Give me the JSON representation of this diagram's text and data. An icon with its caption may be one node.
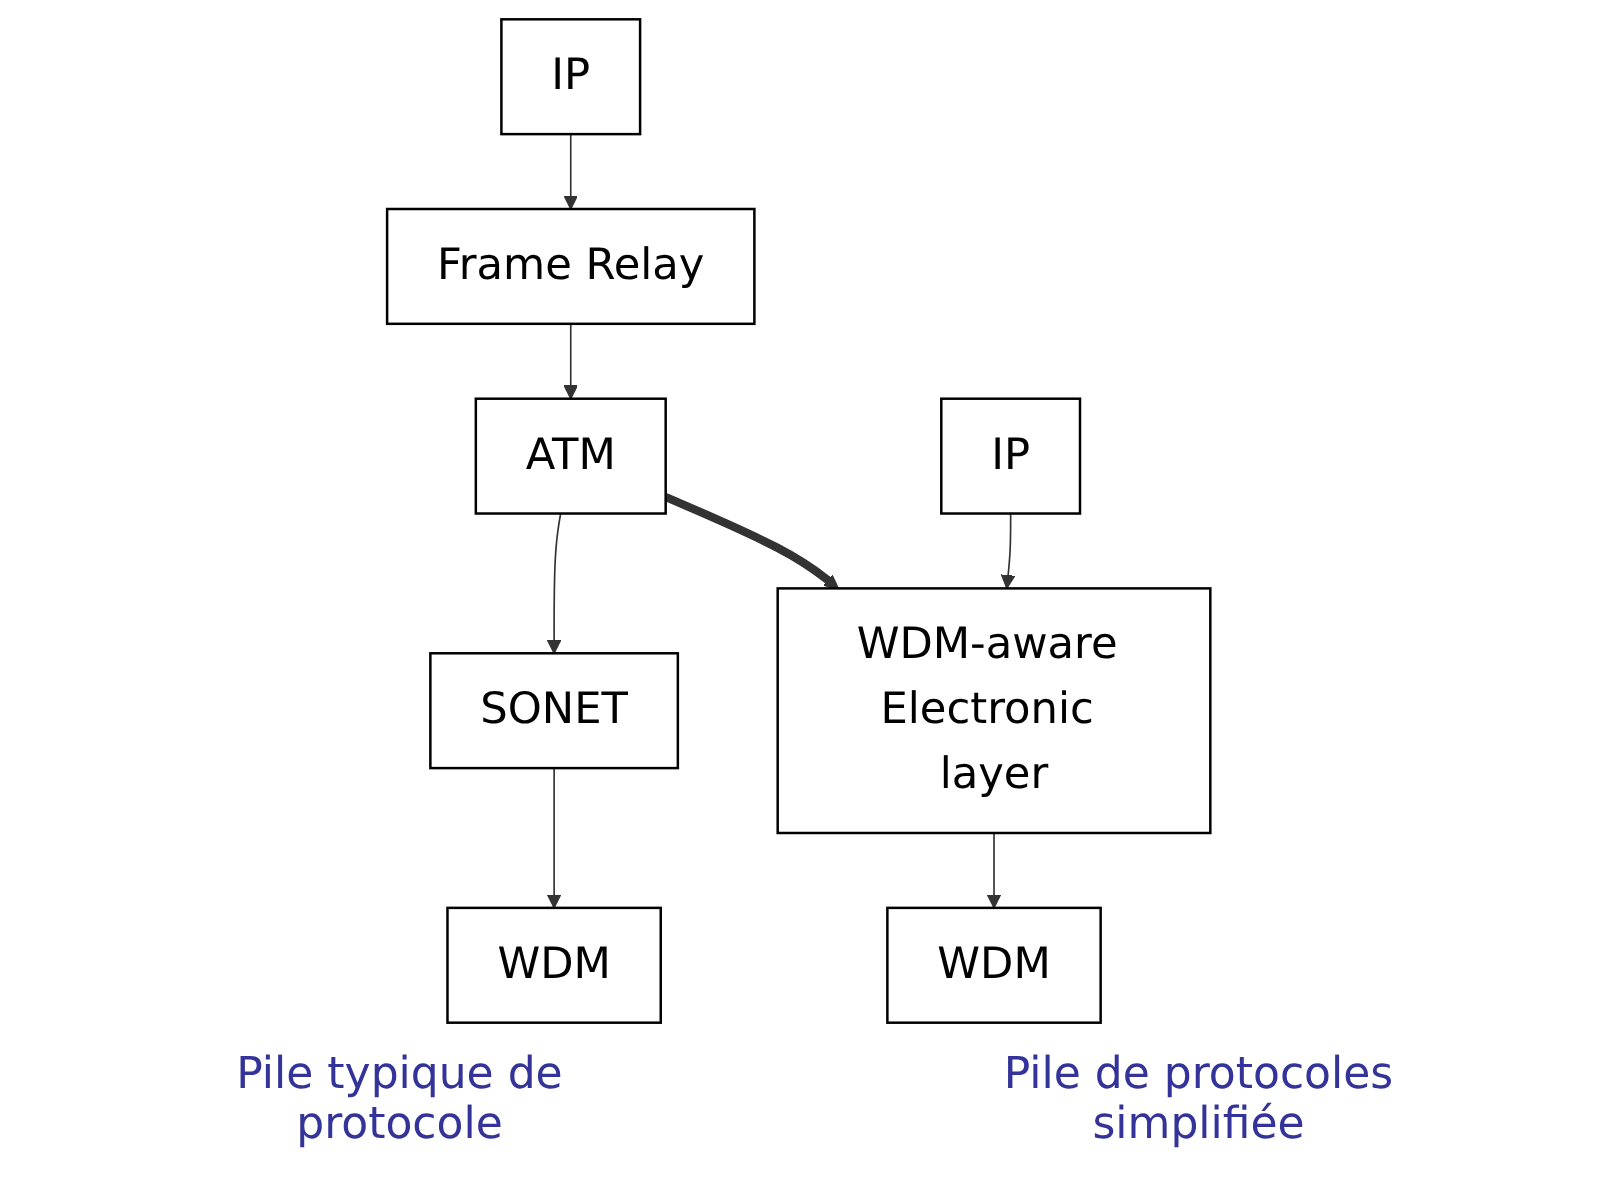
{
  "diagram": {
    "nodes": [
      {
        "text": [
          "IP"
        ]
      },
      {
        "text": [
          "Frame Relay"
        ]
      },
      {
        "text": [
          "ATM"
        ]
      },
      {
        "text": [
          "SONET"
        ]
      },
      {
        "text": [
          "WDM"
        ]
      },
      {
        "text": [
          "IP"
        ]
      },
      {
        "text": [
          "WDM-aware Electronic layer"
        ]
      },
      {
        "text": [
          "WDM"
        ]
      }
    ],
    "edges": [
      {
        "from": 0,
        "to": 1,
        "arrow": "to"
      },
      {
        "from": 1,
        "to": 2,
        "arrow": "to"
      },
      {
        "from": 2,
        "to": 3,
        "arrow": "to"
      },
      {
        "from": 3,
        "to": 4,
        "arrow": "to"
      },
      {
        "from": 2,
        "to": 6,
        "arrow": "to",
        "style": "thick"
      },
      {
        "from": 5,
        "to": 6,
        "arrow": "to"
      },
      {
        "from": 6,
        "to": 7,
        "arrow": "to"
      }
    ],
    "labels": [
      "Pile typique de protocole",
      "Pile de protocoles simplifiée"
    ]
  }
}
